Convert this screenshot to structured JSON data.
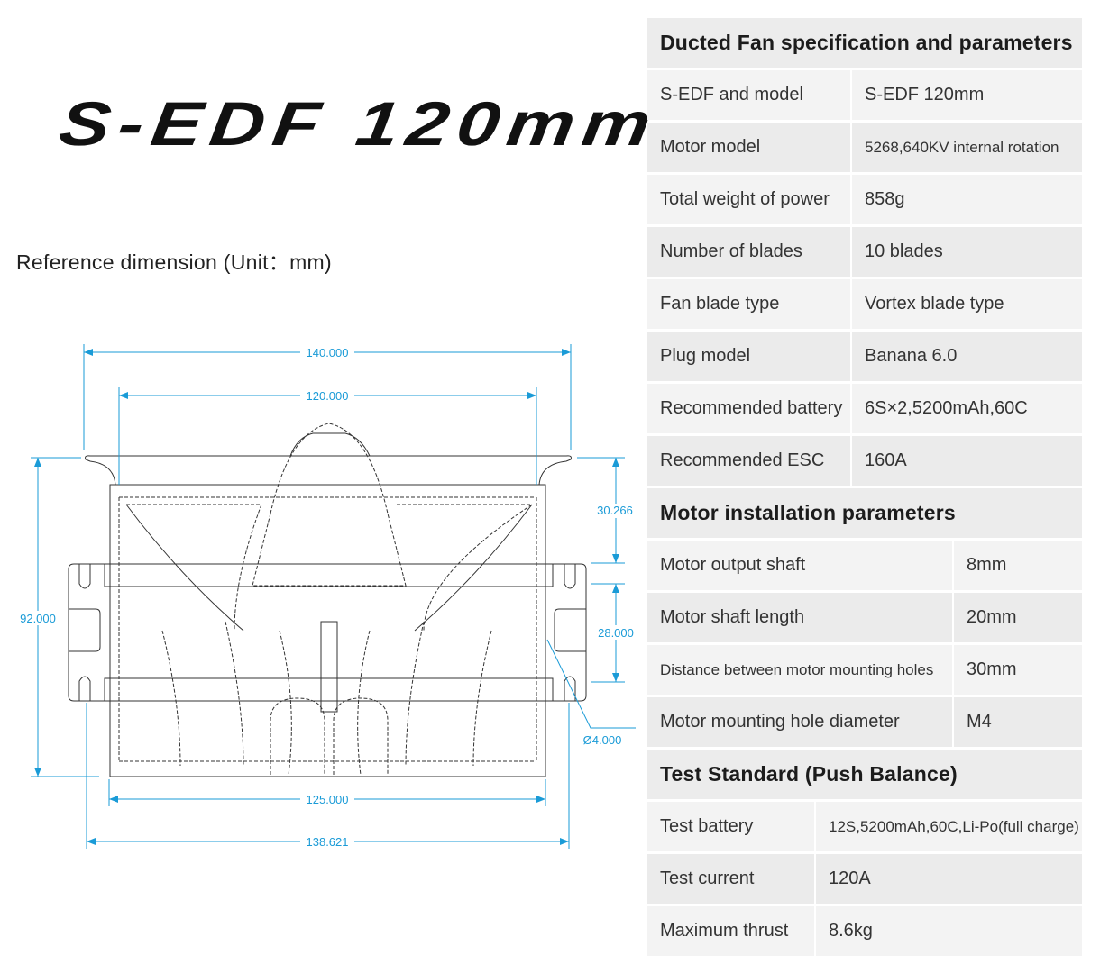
{
  "logo_text": "S-EDF 120mm",
  "reference_label": "Reference dimension (Unit：mm)",
  "drawing": {
    "dimension_color": "#1a9bd7",
    "dimensions": {
      "inlet_lip_width": "140.000",
      "duct_inner_width": "120.000",
      "total_height": "92.000",
      "lip_to_mount_height": "30.266",
      "mount_height": "28.000",
      "hole_diameter": "Ø4.000",
      "body_width": "125.000",
      "mount_width": "138.621"
    }
  },
  "spec_table": {
    "title": "Ducted Fan specification and parameters",
    "rows": [
      {
        "label": "S-EDF and model",
        "value": "S-EDF 120mm"
      },
      {
        "label": "Motor model",
        "value": "5268,640KV internal rotation"
      },
      {
        "label": "Total weight of power",
        "value": "858g"
      },
      {
        "label": "Number of blades",
        "value": "10 blades"
      },
      {
        "label": "Fan blade type",
        "value": "Vortex blade type"
      },
      {
        "label": "Plug model",
        "value": "Banana 6.0"
      },
      {
        "label": "Recommended battery",
        "value": "6S×2,5200mAh,60C"
      },
      {
        "label": "Recommended ESC",
        "value": "160A"
      }
    ]
  },
  "motor_table": {
    "title": "Motor installation parameters",
    "rows": [
      {
        "label": "Motor output shaft",
        "value": "8mm"
      },
      {
        "label": "Motor shaft length",
        "value": "20mm"
      },
      {
        "label": "Distance between motor mounting holes",
        "value": "30mm"
      },
      {
        "label": "Motor mounting hole diameter",
        "value": "M4"
      }
    ]
  },
  "test_table": {
    "title": "Test Standard (Push Balance)",
    "rows": [
      {
        "label": "Test battery",
        "value": "12S,5200mAh,60C,Li-Po(full charge)"
      },
      {
        "label": "Test current",
        "value": "120A"
      },
      {
        "label": "Maximum thrust",
        "value": "8.6kg"
      }
    ]
  }
}
